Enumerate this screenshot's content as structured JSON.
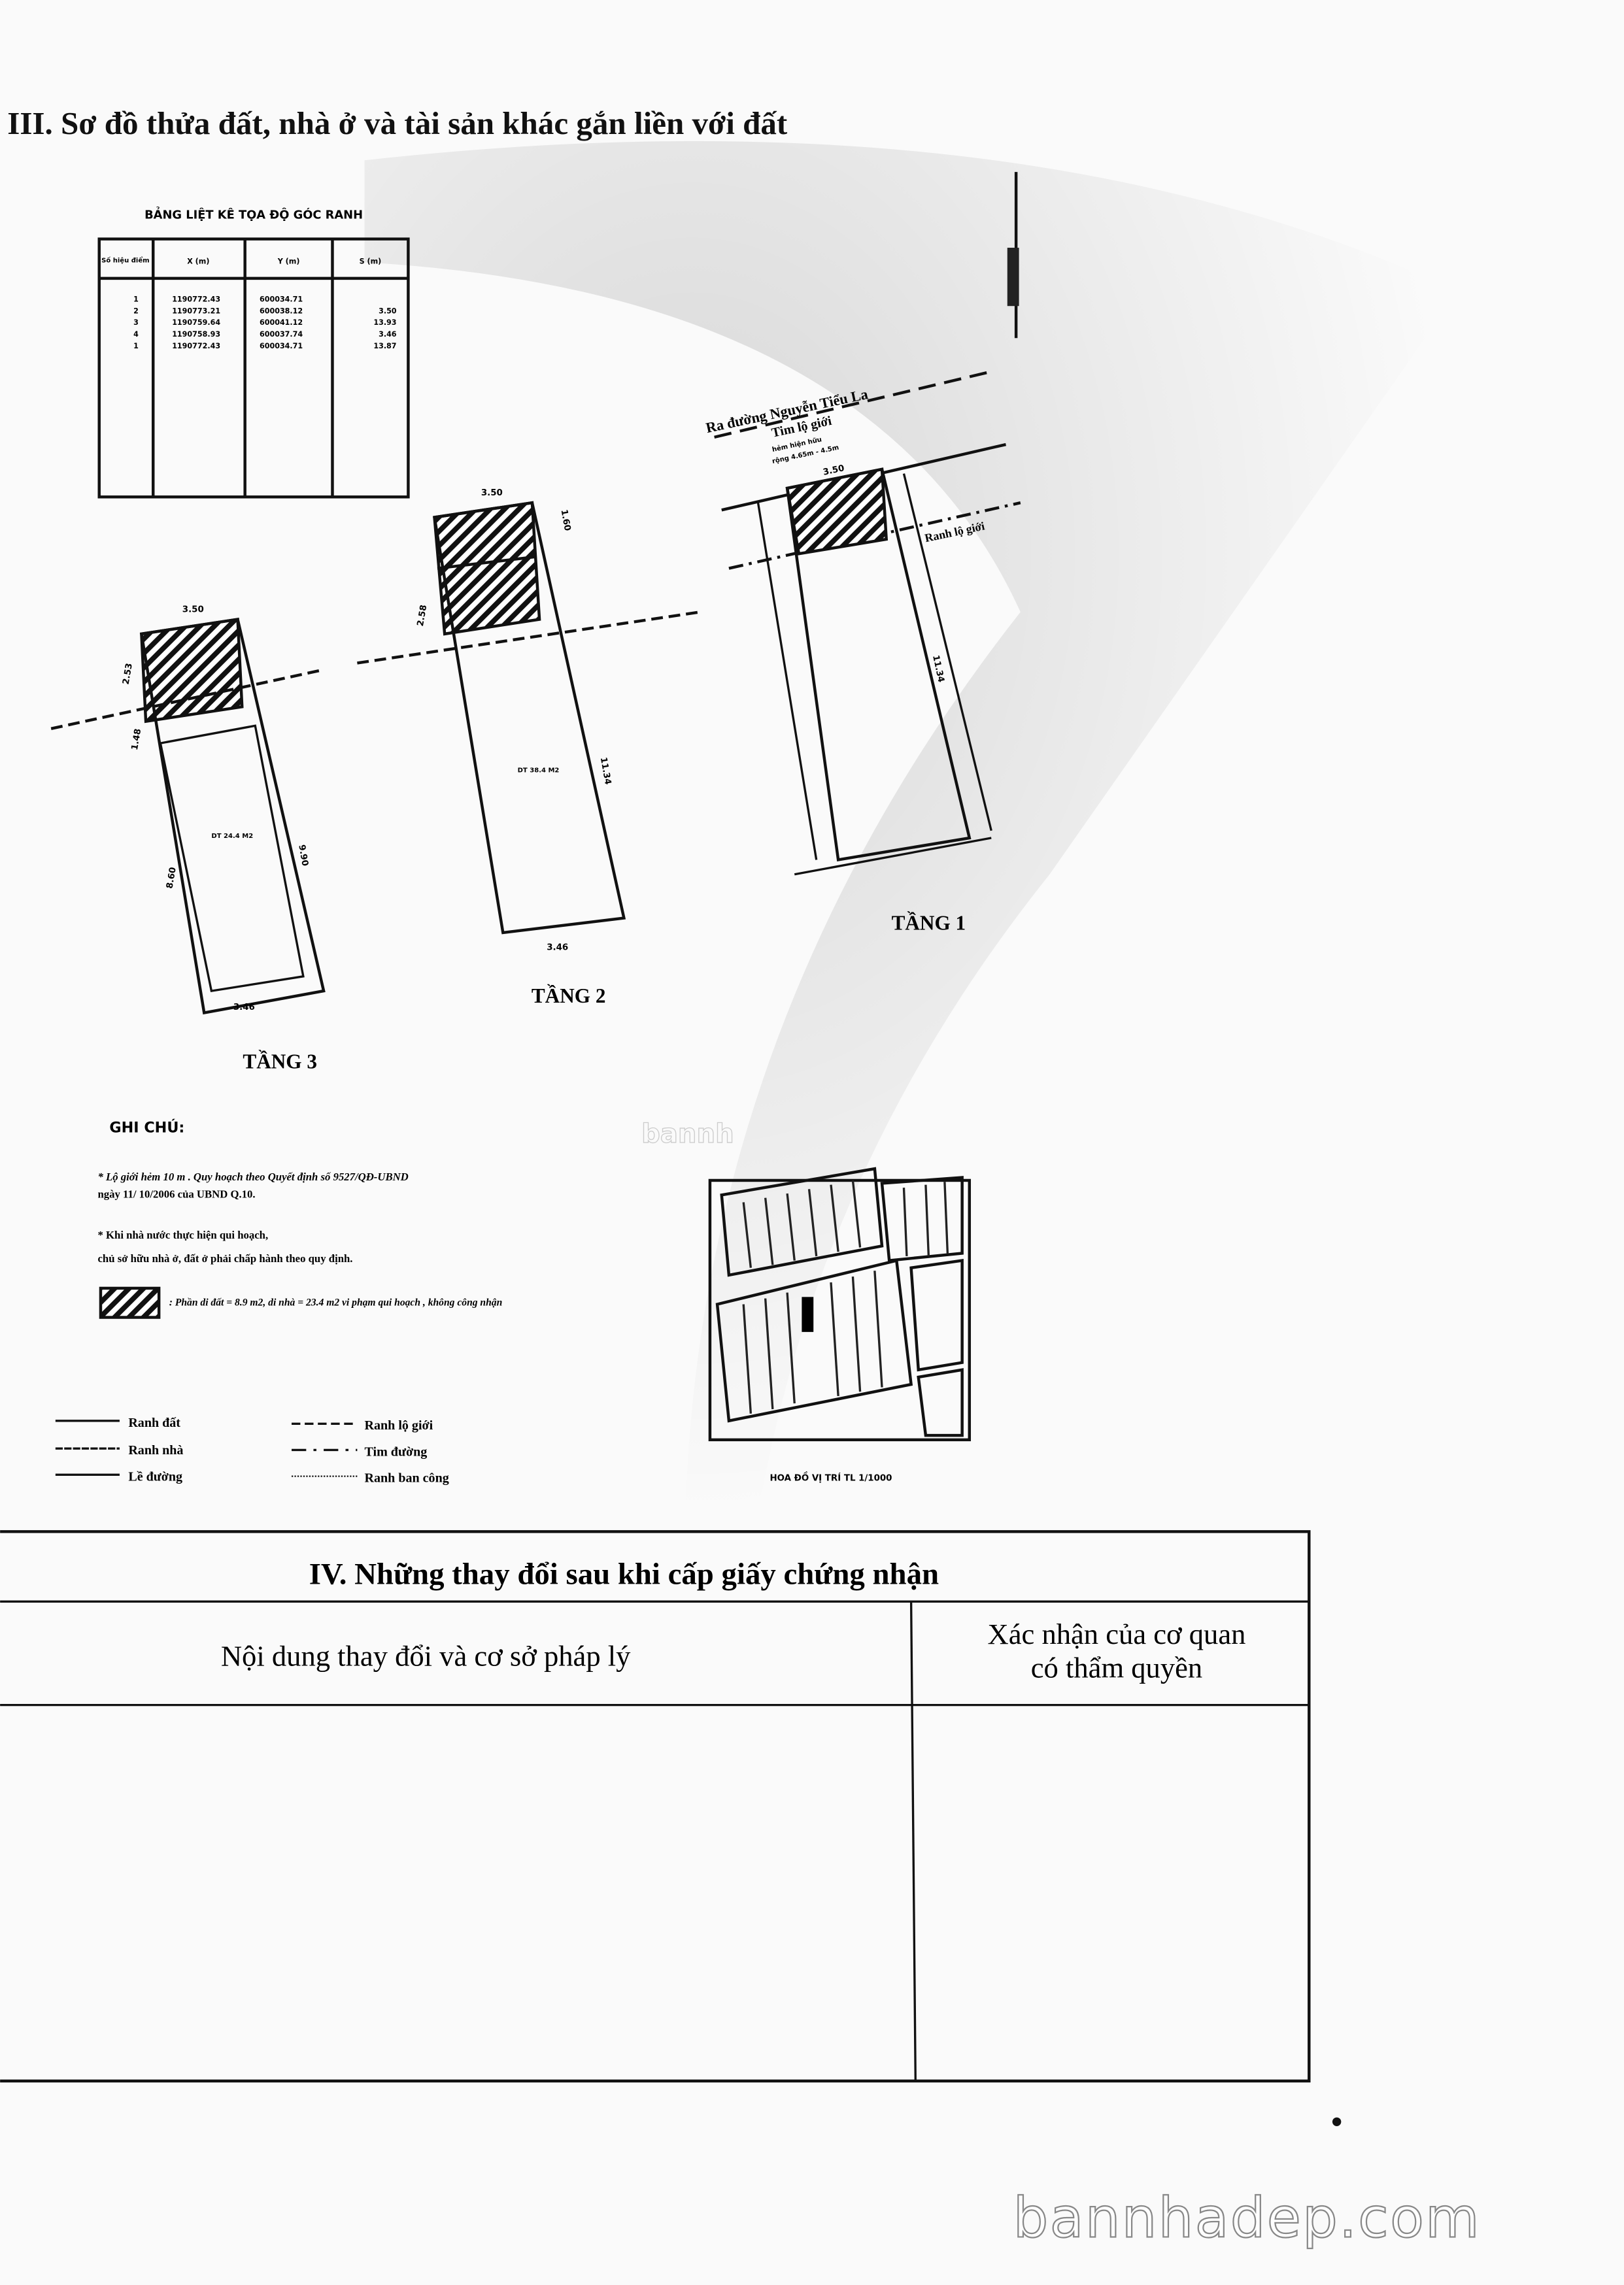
{
  "section3": {
    "title": "III. Sơ đồ thửa đất, nhà ở và tài sản khác gắn liền với đất"
  },
  "coord_table": {
    "title": "BẢNG LIỆT KÊ TỌA ĐỘ GÓC RANH",
    "headers": [
      "Số hiệu điểm",
      "X (m)",
      "Y (m)",
      "S (m)"
    ],
    "rows": [
      [
        "1",
        "1190772.43",
        "600034.71",
        ""
      ],
      [
        "2",
        "1190773.21",
        "600038.12",
        "3.50"
      ],
      [
        "3",
        "1190759.64",
        "600041.12",
        "13.93"
      ],
      [
        "4",
        "1190758.93",
        "600037.74",
        "3.46"
      ],
      [
        "1",
        "1190772.43",
        "600034.71",
        "13.87"
      ]
    ]
  },
  "floors": {
    "floor1": {
      "label": "TẦNG 1",
      "road": "Ra đường Nguyễn Tiểu La",
      "center": "Tim lộ giới",
      "alley": "hẻm hiện hữu",
      "alley_width": "rộng 4.65m - 4.5m",
      "width": "3.50",
      "boundary": "Ranh lộ giới",
      "side": "11.34"
    },
    "floor2": {
      "label": "TẦNG 2",
      "top": "3.50",
      "bottom": "3.46",
      "area": "DT 38.4 M2",
      "d1": "1.60",
      "d2": "2.58",
      "d3": "11.34"
    },
    "floor3": {
      "label": "TẦNG 3",
      "top": "3.50",
      "bottom": "3.46",
      "area": "DT 24.4 M2",
      "d1": "2.53",
      "d2": "1.48",
      "d3": "8.60",
      "d4": "9.90"
    }
  },
  "notes": {
    "heading": "GHI CHÚ:",
    "line1": "* Lộ giới hẻm 10 m . Quy hoạch theo Quyết định số 9527/QĐ-UBND",
    "line2": "ngày  11/ 10/2006 của UBND Q.10.",
    "line3": "* Khi nhà nước thực hiện qui hoạch,",
    "line4": "chủ sở hữu nhà ở, đất ở phải chấp hành theo quy định.",
    "hatch_note": ": Phần di đất = 8.9 m2, di nhà = 23.4 m2 vi phạm qui hoạch , không công nhận"
  },
  "legend": [
    "Ranh đất",
    "Ranh nhà",
    "Lề đường",
    "Ranh lộ giới",
    "Tim đường",
    "Ranh ban công"
  ],
  "site_map": {
    "caption": "HOA ĐỒ VỊ TRÍ  TL 1/1000"
  },
  "section4": {
    "title": "IV. Những thay đổi sau khi cấp giấy chứng nhận",
    "col1": "Nội dung thay đổi và cơ sở pháp lý",
    "col2_line1": "Xác nhận của cơ quan",
    "col2_line2": "có thẩm quyền"
  },
  "watermark": "bannhadep.com",
  "watermark_faint": "bannh"
}
